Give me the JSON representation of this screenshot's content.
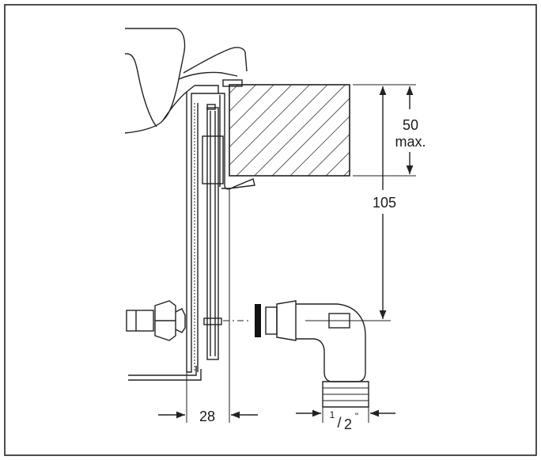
{
  "dimensions": {
    "max_depth_value": "50",
    "max_depth_suffix": "max.",
    "height_value": "105",
    "width_value": "28",
    "thread_numerator": "1",
    "thread_denominator": "2",
    "thread_inch_mark": "\""
  },
  "colors": {
    "line": "#222222",
    "background": "#ffffff",
    "hatch": "#333333"
  }
}
